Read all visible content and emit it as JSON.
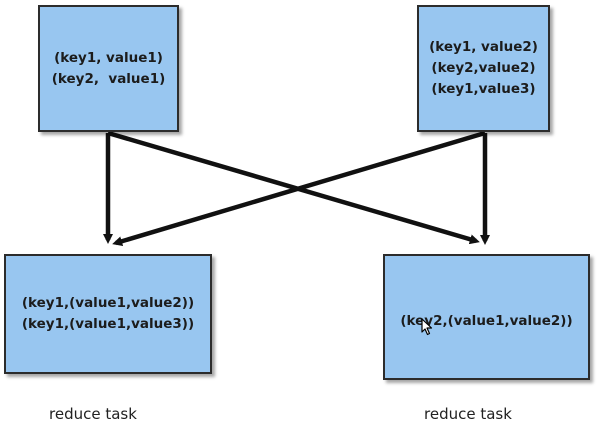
{
  "map_boxes": [
    {
      "lines": [
        "(key1, value1)",
        "(key2,  value1)"
      ]
    },
    {
      "lines": [
        "(key1, value2)",
        "(key2,value2)",
        "(key1,value3)"
      ]
    }
  ],
  "reduce_boxes": [
    {
      "lines": [
        "(key1,(value1,value2))",
        "(key1,(value1,value3))"
      ],
      "caption": "reduce task"
    },
    {
      "lines": [
        "(key2,(value1,value2))"
      ],
      "caption": "reduce task"
    }
  ],
  "colors": {
    "box_fill": "#98c6f0",
    "arrow": "#111111",
    "border": "#2c2c2c"
  },
  "icons": {
    "cursor": "mouse-pointer-icon"
  }
}
